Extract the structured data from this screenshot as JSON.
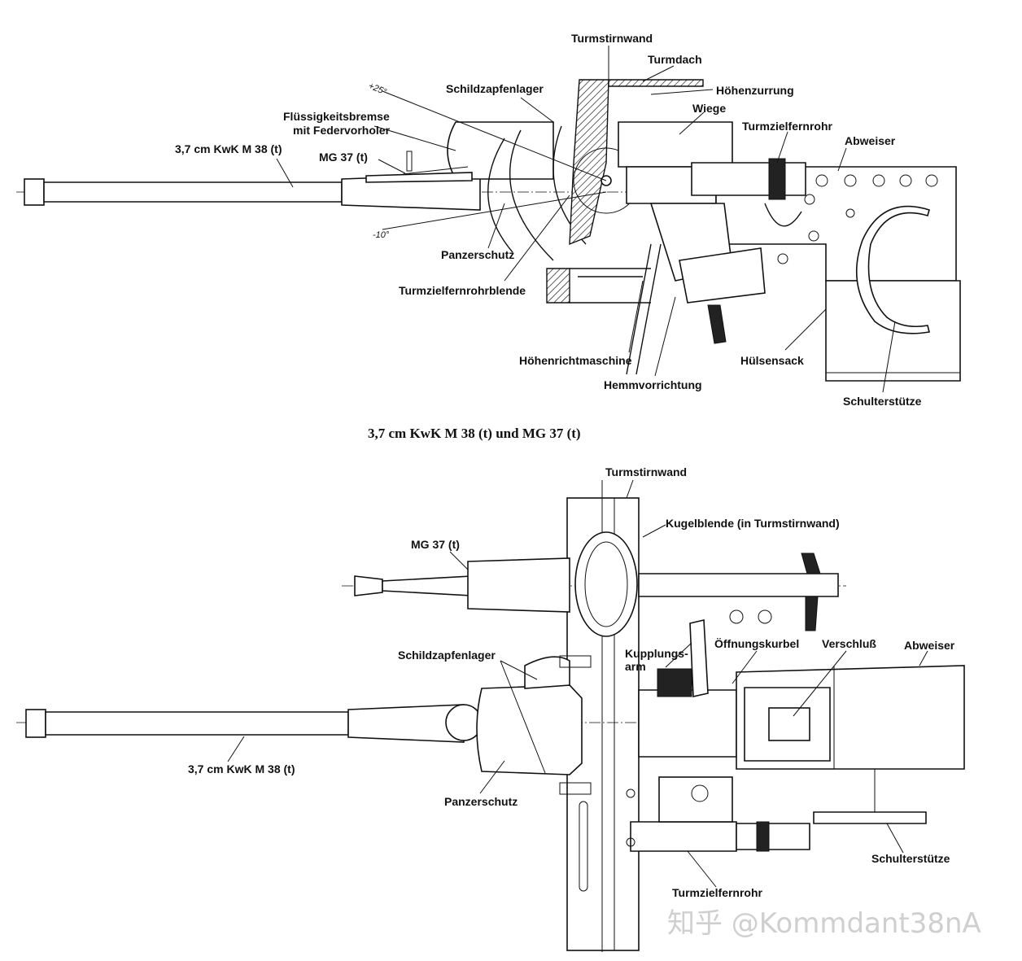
{
  "caption": "3,7 cm KwK M 38 (t) und MG 37 (t)",
  "side_view": {
    "labels": {
      "turmstirnwand": "Turmstirnwand",
      "turmdach": "Turmdach",
      "schildzapfenlager": "Schildzapfenlager",
      "hoehenzurrung": "Höhenzurrung",
      "fluessig_1": "Flüssigkeitsbremse",
      "fluessig_2": "mit Federvorholer",
      "wiege": "Wiege",
      "turmzielfernrohr": "Turmzielfernrohr",
      "abweiser": "Abweiser",
      "gun": "3,7 cm KwK M 38 (t)",
      "mg": "MG 37 (t)",
      "panzerschutz": "Panzerschutz",
      "blende": "Turmzielfernrohrblende",
      "hoehenrichtmaschine": "Höhenrichtmaschine",
      "hemmvorrichtung": "Hemmvorrichtung",
      "huelsensack": "Hülsensack",
      "schulterstuetze": "Schulterstütze",
      "angle_up": "+25°",
      "angle_down": "-10°"
    }
  },
  "top_view": {
    "labels": {
      "turmstirnwand": "Turmstirnwand",
      "kugelblende": "Kugelblende (in Turmstirnwand)",
      "mg": "MG 37 (t)",
      "schildzapfenlager": "Schildzapfenlager",
      "kupplungsarm_1": "Kupplungs-",
      "kupplungsarm_2": "arm",
      "oeffnungskurbel": "Öffnungskurbel",
      "verschluss": "Verschluß",
      "abweiser": "Abweiser",
      "gun": "3,7 cm KwK M 38 (t)",
      "panzerschutz": "Panzerschutz",
      "schulterstuetze": "Schulterstütze",
      "turmzielfernrohr": "Turmzielfernrohr"
    }
  },
  "watermark": "知乎 @Kommdant38nA"
}
